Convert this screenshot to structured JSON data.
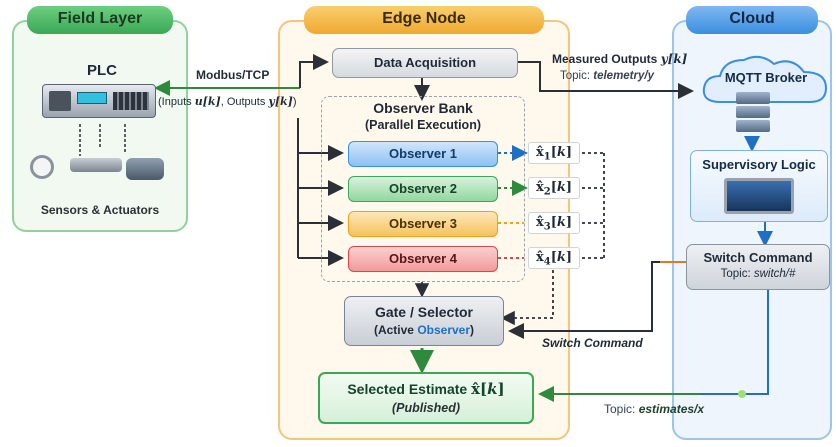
{
  "field": {
    "title": "Field Layer",
    "plc_label": "PLC",
    "sensors_label": "Sensors & Actuators"
  },
  "edge": {
    "title": "Edge Node",
    "data_acquisition": "Data Acquisition",
    "observer_bank_title": "Observer Bank",
    "observer_bank_subtitle": "(Parallel Execution)",
    "observers": [
      "Observer 1",
      "Observer 2",
      "Observer 3",
      "Observer 4"
    ],
    "estimate_subscripts": [
      "1",
      "2",
      "3",
      "4"
    ],
    "gate_title": "Gate / Selector",
    "gate_sub_prefix": "(Active ",
    "gate_sub_word": "Observer",
    "gate_sub_suffix": ")",
    "selected_estimate_label": "Selected Estimate",
    "published_label": "(Published)"
  },
  "cloud": {
    "title": "Cloud",
    "broker_label": "MQTT Broker",
    "supervisory_label": "Supervisory Logic",
    "switch_title": "Switch Command",
    "switch_topic_prefix": "Topic: ",
    "switch_topic": "switch/#"
  },
  "links": {
    "modbus_label": "Modbus/TCP",
    "modbus_detail_prefix": "(Inputs ",
    "modbus_detail_u": "u[k]",
    "modbus_detail_mid": ", Outputs ",
    "modbus_detail_y": "y[k]",
    "modbus_detail_suffix": ")",
    "measured_label": "Measured Outputs ",
    "measured_var": "y[k]",
    "telemetry_prefix": "Topic: ",
    "telemetry_topic": "telemetry/y",
    "switch_command_label": "Switch Command",
    "estimates_prefix": "Topic: ",
    "estimates_topic": "estimates/x"
  },
  "colors": {
    "field": "#3aa856",
    "edge": "#f0a830",
    "cloud": "#3a8ee0",
    "obs1": "#3b8fe0",
    "obs2": "#3aa856",
    "obs3": "#f0a020",
    "obs4": "#d94848"
  }
}
